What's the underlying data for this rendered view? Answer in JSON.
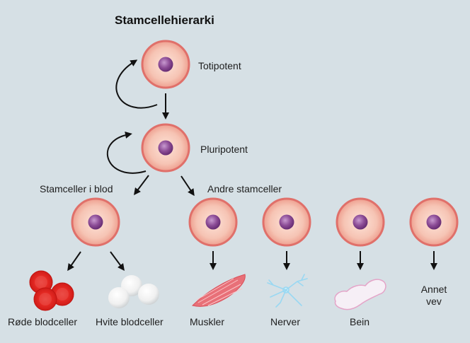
{
  "title": "Stamcellehierarki",
  "levels": {
    "totipotent": "Totipotent",
    "pluripotent": "Pluripotent"
  },
  "branches": {
    "blood": "Stamceller i blod",
    "other": "Andre stamceller"
  },
  "outputs": {
    "red_blood": "Røde blodceller",
    "white_blood": "Hvite blodceller",
    "muscles": "Muskler",
    "nerves": "Nerver",
    "bone": "Bein",
    "other_tissue_line1": "Annet",
    "other_tissue_line2": "vev"
  },
  "colors": {
    "background": "#d6e0e5",
    "cell_rim": "#e0706a",
    "cell_body": "#f8cdbd",
    "nucleus": "#8a4a94",
    "red_cell": "#e0231f",
    "white_cell": "#f4f4f4",
    "muscle": "#e87078",
    "nerve": "#8ad4f0",
    "bone": "#f5eef5"
  }
}
